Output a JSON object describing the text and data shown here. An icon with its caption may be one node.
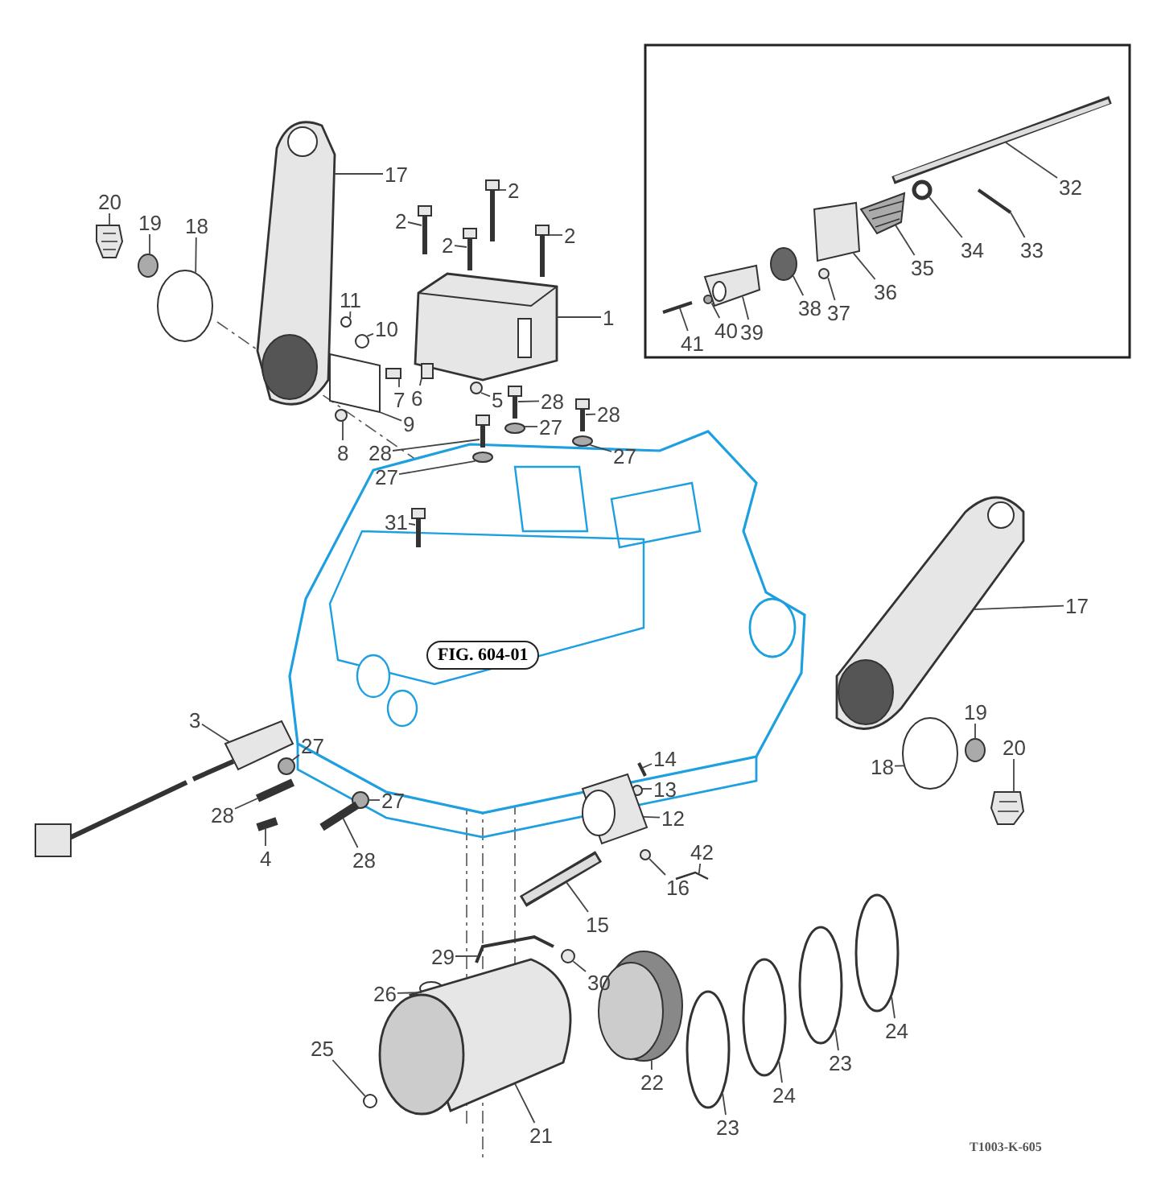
{
  "diagram": {
    "nodes": [
      {
        "text": [
          "32"
        ]
      },
      {
        "text": [
          "20"
        ]
      },
      {
        "text": [
          "17"
        ]
      },
      {
        "text": [
          "2"
        ]
      },
      {
        "text": [
          "2"
        ]
      },
      {
        "text": [
          "19"
        ]
      },
      {
        "text": [
          "18"
        ]
      },
      {
        "text": [
          "2"
        ]
      },
      {
        "text": [
          "2"
        ]
      },
      {
        "text": [
          "33"
        ]
      },
      {
        "text": [
          "34"
        ]
      },
      {
        "text": [
          "35"
        ]
      },
      {
        "text": [
          "36"
        ]
      },
      {
        "text": [
          "11"
        ]
      },
      {
        "text": [
          "37"
        ]
      },
      {
        "text": [
          "38"
        ]
      },
      {
        "text": [
          "1"
        ]
      },
      {
        "text": [
          "10"
        ]
      },
      {
        "text": [
          "39"
        ]
      },
      {
        "text": [
          "40"
        ]
      },
      {
        "text": [
          "41"
        ]
      },
      {
        "text": [
          "5"
        ]
      },
      {
        "text": [
          "6"
        ]
      },
      {
        "text": [
          "7"
        ]
      },
      {
        "text": [
          "28"
        ]
      },
      {
        "text": [
          "28"
        ]
      },
      {
        "text": [
          "9"
        ]
      },
      {
        "text": [
          "27"
        ]
      },
      {
        "text": [
          "8"
        ]
      },
      {
        "text": [
          "27"
        ]
      },
      {
        "text": [
          "28"
        ]
      },
      {
        "text": [
          "27"
        ]
      },
      {
        "text": [
          "31"
        ]
      },
      {
        "text": [
          "17"
        ]
      },
      {
        "text": [
          "FIG. 604-01"
        ]
      },
      {
        "text": [
          "18"
        ]
      },
      {
        "text": [
          "19"
        ]
      },
      {
        "text": [
          "3"
        ]
      },
      {
        "text": [
          "20"
        ]
      },
      {
        "text": [
          "27"
        ]
      },
      {
        "text": [
          "14"
        ]
      },
      {
        "text": [
          "13"
        ]
      },
      {
        "text": [
          "27"
        ]
      },
      {
        "text": [
          "28"
        ]
      },
      {
        "text": [
          "12"
        ]
      },
      {
        "text": [
          "42"
        ]
      },
      {
        "text": [
          "4"
        ]
      },
      {
        "text": [
          "28"
        ]
      },
      {
        "text": [
          "16"
        ]
      },
      {
        "text": [
          "15"
        ]
      },
      {
        "text": [
          "24"
        ]
      },
      {
        "text": [
          "29"
        ]
      },
      {
        "text": [
          "23"
        ]
      },
      {
        "text": [
          "30"
        ]
      },
      {
        "text": [
          "26"
        ]
      },
      {
        "text": [
          "24"
        ]
      },
      {
        "text": [
          "23"
        ]
      },
      {
        "text": [
          "25"
        ]
      },
      {
        "text": [
          "22"
        ]
      },
      {
        "text": [
          "21"
        ]
      },
      {
        "text": [],
        "shape": "picture"
      },
      {
        "text": [],
        "shape": "picture"
      },
      {
        "text": [],
        "shape": "picture"
      },
      {
        "text": [],
        "shape": "picture"
      },
      {
        "text": [],
        "shape": "picture"
      },
      {
        "text": [],
        "shape": "circle"
      },
      {
        "text": [],
        "shape": "circle"
      },
      {
        "text": [],
        "shape": "picture"
      },
      {
        "text": [],
        "shape": "picture"
      },
      {
        "text": [],
        "shape": "bar"
      },
      {
        "text": [],
        "shape": "circle"
      },
      {
        "text": [],
        "shape": "picture"
      },
      {
        "text": [],
        "shape": "box"
      },
      {
        "text": [],
        "shape": "circle"
      },
      {
        "text": [],
        "shape": "circle"
      },
      {
        "text": [],
        "shape": "circle"
      },
      {
        "text": [],
        "shape": "picture"
      },
      {
        "text": [],
        "shape": "circle"
      },
      {
        "text": [],
        "shape": "picture"
      },
      {
        "text": [],
        "shape": "circle"
      },
      {
        "text": [],
        "shape": "bar"
      },
      {
        "text": [],
        "shape": "circle"
      },
      {
        "text": [],
        "shape": "box"
      },
      {
        "text": [],
        "shape": "box"
      },
      {
        "text": [],
        "shape": "picture"
      },
      {
        "text": [],
        "shape": "picture"
      },
      {
        "text": [],
        "shape": "box"
      },
      {
        "text": [],
        "shape": "circle"
      },
      {
        "text": [],
        "shape": "circle"
      },
      {
        "text": [],
        "shape": "circle"
      },
      {
        "text": [],
        "shape": "picture"
      },
      {
        "text": [],
        "shape": "circle"
      },
      {
        "text": [],
        "shape": "picture"
      },
      {
        "text": [],
        "shape": "picture"
      },
      {
        "text": [],
        "shape": "circle"
      },
      {
        "text": [],
        "shape": "circle"
      },
      {
        "text": [],
        "shape": "picture"
      },
      {
        "text": [],
        "shape": "picture"
      },
      {
        "text": [],
        "shape": "circle"
      },
      {
        "text": [],
        "shape": "bar"
      },
      {
        "text": [],
        "shape": "circle"
      },
      {
        "text": [],
        "shape": "circle"
      },
      {
        "text": [],
        "shape": "bar"
      },
      {
        "text": [],
        "shape": "picture"
      },
      {
        "text": [],
        "shape": "picture"
      },
      {
        "text": [],
        "shape": "bar"
      },
      {
        "text": [],
        "shape": "bar"
      },
      {
        "text": [],
        "shape": "circle"
      },
      {
        "text": [],
        "shape": "picture"
      },
      {
        "text": [],
        "shape": "circle"
      },
      {
        "text": [],
        "shape": "picture"
      },
      {
        "text": [],
        "shape": "circle"
      },
      {
        "text": [],
        "shape": "circle"
      },
      {
        "text": [],
        "shape": "circle"
      },
      {
        "text": [],
        "shape": "circle"
      },
      {
        "text": [],
        "shape": "circle"
      },
      {
        "text": [],
        "shape": "circle"
      },
      {
        "text": [],
        "shape": "picture"
      },
      {
        "text": [],
        "shape": "picture"
      }
    ],
    "edges": [
      {
        "from": 0,
        "to": 60,
        "arrow": "none"
      },
      {
        "from": 1,
        "to": 61,
        "arrow": "none"
      },
      {
        "from": 2,
        "to": 62,
        "arrow": "none"
      },
      {
        "from": 3,
        "to": 63,
        "arrow": "none"
      },
      {
        "from": 4,
        "to": 64,
        "arrow": "none"
      },
      {
        "from": 5,
        "to": 65,
        "arrow": "none"
      },
      {
        "from": 6,
        "to": 66,
        "arrow": "none"
      },
      {
        "from": 7,
        "to": 67,
        "arrow": "none"
      },
      {
        "from": 8,
        "to": 68,
        "arrow": "none"
      },
      {
        "from": 9,
        "to": 69,
        "arrow": "none"
      },
      {
        "from": 10,
        "to": 70,
        "arrow": "none"
      },
      {
        "from": 11,
        "to": 71,
        "arrow": "none"
      },
      {
        "from": 12,
        "to": 72,
        "arrow": "none"
      },
      {
        "from": 13,
        "to": 73,
        "arrow": "none"
      },
      {
        "from": 14,
        "to": 74,
        "arrow": "none"
      },
      {
        "from": 15,
        "to": 75,
        "arrow": "none"
      },
      {
        "from": 16,
        "to": 76,
        "arrow": "none"
      },
      {
        "from": 17,
        "to": 77,
        "arrow": "none"
      },
      {
        "from": 18,
        "to": 78,
        "arrow": "none"
      },
      {
        "from": 19,
        "to": 79,
        "arrow": "none"
      },
      {
        "from": 20,
        "to": 80,
        "arrow": "none"
      },
      {
        "from": 21,
        "to": 81,
        "arrow": "none"
      },
      {
        "from": 22,
        "to": 82,
        "arrow": "none"
      },
      {
        "from": 23,
        "to": 83,
        "arrow": "none"
      },
      {
        "from": 24,
        "to": 84,
        "arrow": "none"
      },
      {
        "from": 25,
        "to": 85,
        "arrow": "none"
      },
      {
        "from": 26,
        "to": 86,
        "arrow": "none"
      },
      {
        "from": 27,
        "to": 87,
        "arrow": "none"
      },
      {
        "from": 28,
        "to": 88,
        "arrow": "none"
      },
      {
        "from": 29,
        "to": 89,
        "arrow": "none"
      },
      {
        "from": 30,
        "to": 90,
        "arrow": "none"
      },
      {
        "from": 31,
        "to": 91,
        "arrow": "none"
      },
      {
        "from": 32,
        "to": 92,
        "arrow": "none"
      },
      {
        "from": 33,
        "to": 93,
        "arrow": "none"
      },
      {
        "from": 35,
        "to": 94,
        "arrow": "none"
      },
      {
        "from": 36,
        "to": 95,
        "arrow": "none"
      },
      {
        "from": 37,
        "to": 96,
        "arrow": "none"
      },
      {
        "from": 38,
        "to": 97,
        "arrow": "none"
      },
      {
        "from": 39,
        "to": 98,
        "arrow": "none"
      },
      {
        "from": 40,
        "to": 99,
        "arrow": "none"
      },
      {
        "from": 41,
        "to": 100,
        "arrow": "none"
      },
      {
        "from": 42,
        "to": 101,
        "arrow": "none"
      },
      {
        "from": 43,
        "to": 102,
        "arrow": "none"
      },
      {
        "from": 44,
        "to": 103,
        "arrow": "none"
      },
      {
        "from": 45,
        "to": 104,
        "arrow": "none"
      },
      {
        "from": 46,
        "to": 105,
        "arrow": "none"
      },
      {
        "from": 47,
        "to": 106,
        "arrow": "none"
      },
      {
        "from": 48,
        "to": 107,
        "arrow": "none"
      },
      {
        "from": 49,
        "to": 108,
        "arrow": "none"
      },
      {
        "from": 50,
        "to": 109,
        "arrow": "none"
      },
      {
        "from": 51,
        "to": 110,
        "arrow": "none"
      },
      {
        "from": 52,
        "to": 111,
        "arrow": "none"
      },
      {
        "from": 53,
        "to": 112,
        "arrow": "none"
      },
      {
        "from": 54,
        "to": 113,
        "arrow": "none"
      },
      {
        "from": 55,
        "to": 114,
        "arrow": "none"
      },
      {
        "from": 56,
        "to": 115,
        "arrow": "none"
      },
      {
        "from": 57,
        "to": 116,
        "arrow": "none"
      },
      {
        "from": 58,
        "to": 117,
        "arrow": "none"
      },
      {
        "from": 59,
        "to": 118,
        "arrow": "none"
      }
    ],
    "labels": [
      "T1003-K-605"
    ]
  }
}
